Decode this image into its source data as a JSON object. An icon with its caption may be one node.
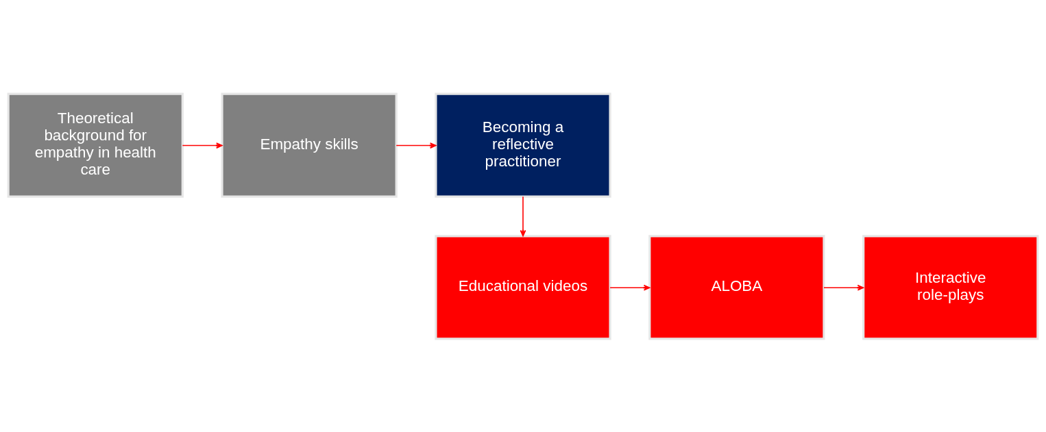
{
  "diagram": {
    "nodes": [
      {
        "text": [
          "Theoretical background for empathy in health care"
        ]
      },
      {
        "text": [
          "Empathy skills"
        ]
      },
      {
        "text": [
          "Becoming a reflective practitioner"
        ]
      },
      {
        "text": [
          "Educational videos"
        ]
      },
      {
        "text": [
          "ALOBA"
        ]
      },
      {
        "text": [
          "Interactive role-plays"
        ]
      }
    ],
    "edges": [
      {
        "from": 0,
        "to": 1,
        "arrow": "to"
      },
      {
        "from": 1,
        "to": 2,
        "arrow": "to"
      },
      {
        "from": 2,
        "to": 3,
        "arrow": "to"
      },
      {
        "from": 3,
        "to": 4,
        "arrow": "to"
      },
      {
        "from": 4,
        "to": 5,
        "arrow": "to"
      }
    ]
  }
}
